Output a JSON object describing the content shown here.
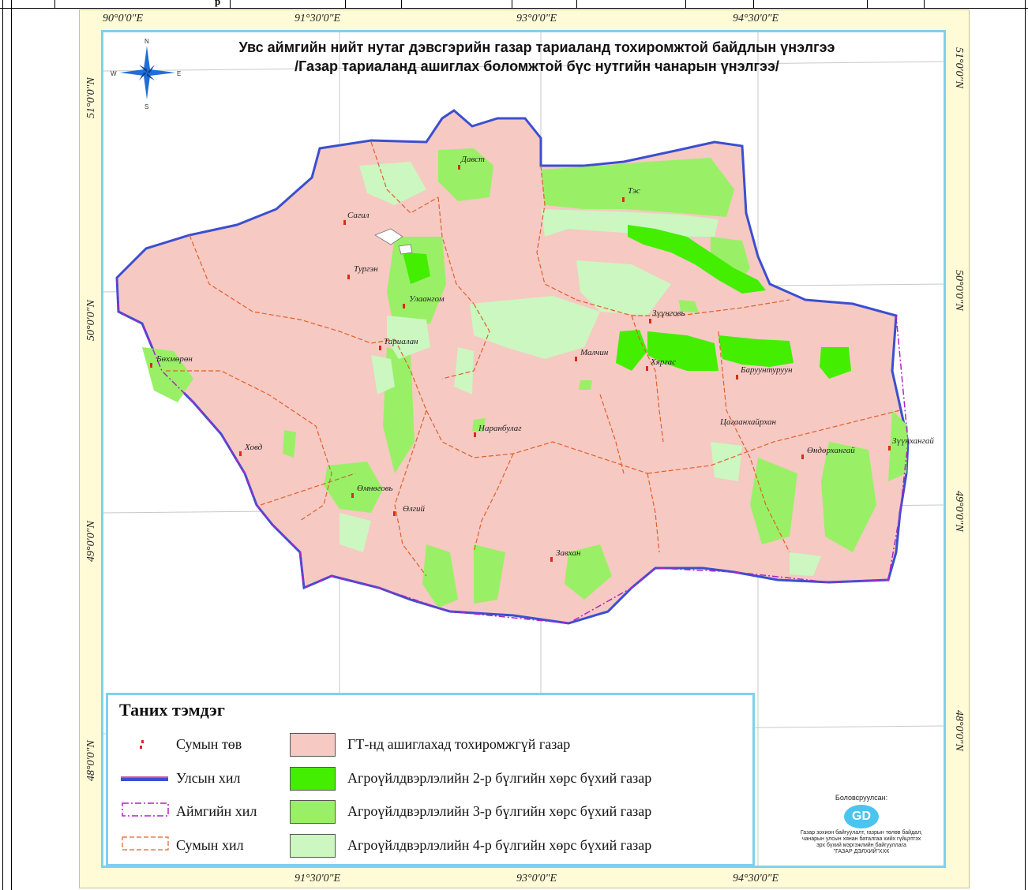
{
  "map": {
    "title_line1": "Увс аймгийн нийт нутаг дэвсгэрийн газар тариаланд тохиромжтой байдлын үнэлгээ",
    "title_line2": "/Газар тариаланд ашиглах боломжтой бүс нутгийн чанарын үнэлгээ/",
    "top_partial_text": "р",
    "compass": {
      "n": "N",
      "s": "S",
      "e": "E",
      "w": "W"
    },
    "top_coords": [
      "90°0'0\"E",
      "91°30'0\"E",
      "93°0'0\"E",
      "94°30'0\"E"
    ],
    "bottom_coords": [
      "91°30'0\"E",
      "93°0'0\"E",
      "94°30'0\"E"
    ],
    "left_coords": [
      "51°0'0\"N",
      "50°0'0\"N",
      "49°0'0\"N",
      "48°0'0\"N"
    ],
    "right_coords": [
      "51°0'0\"N",
      "50°0'0\"N",
      "49°0'0\"N",
      "48°0'0\"N"
    ],
    "places": [
      "Давст",
      "Тэс",
      "Сагил",
      "Тургэн",
      "Улаангом",
      "Зүүнговь",
      "Тариалан",
      "Малчин",
      "Хяргас",
      "Баруунтуруун",
      "Бөхмөрөн",
      "Наранбулаг",
      "Цагаанхайрхан",
      "Зүүнхангай",
      "Өндөрхангай",
      "Ховд",
      "Өмнөговь",
      "Өлгий",
      "Завхан"
    ]
  },
  "legend": {
    "title": "Таних тэмдэг",
    "symbols": [
      {
        "label": "Сумын төв"
      },
      {
        "label": "Улсын хил"
      },
      {
        "label": "Аймгийн хил"
      },
      {
        "label": "Сумын хил"
      }
    ],
    "classes": [
      {
        "label": "ГТ-нд ашиглахад тохиромжгүй газар",
        "color": "#f6c9c3"
      },
      {
        "label": "Агроүйлдвэрлэлийн 2-р бүлгийн хөрс бүхий газар",
        "color": "#44ee00"
      },
      {
        "label": "Агроүйлдвэрлэлийн 3-р бүлгийн хөрс бүхий газар",
        "color": "#99f066"
      },
      {
        "label": "Агроүйлдвэрлэлийн 4-р бүлгийн хөрс бүхий газар",
        "color": "#ccf7c0"
      }
    ]
  },
  "credit": {
    "label": "Боловсруулсан:",
    "logo": "GD",
    "org_line1": "Газар зохион байгуулалт, газрын төлөв байдал,",
    "org_line2": "чанарын улсын хянан баталгаа хийх гүйцэтгэх",
    "org_line3": "эрх бүхий мэргэжлийн байгууллага",
    "org_line4": "\"ГАЗАР ДЭЛХИЙ\"ХХК"
  }
}
